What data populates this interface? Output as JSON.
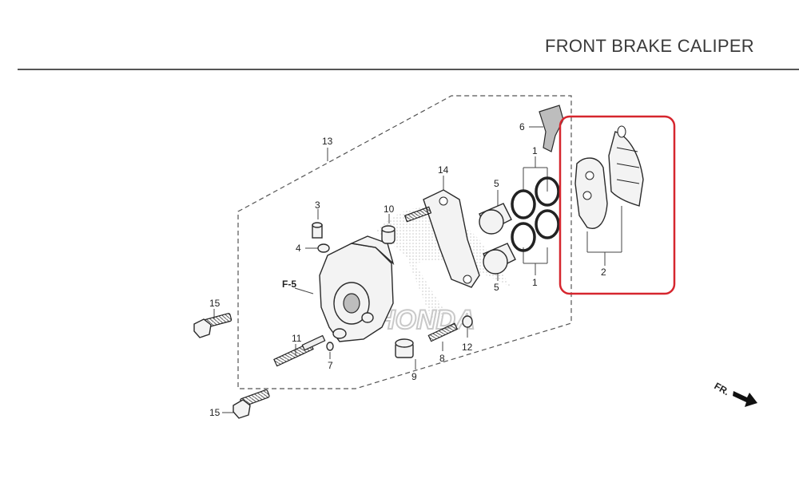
{
  "header": {
    "title": "FRONT BRAKE CALIPER"
  },
  "callouts": {
    "c1a": "1",
    "c1b": "1",
    "c2": "2",
    "c3": "3",
    "c4": "4",
    "c5a": "5",
    "c5b": "5",
    "c6": "6",
    "c7": "7",
    "c8": "8",
    "c9": "9",
    "c10": "10",
    "c11": "11",
    "c12": "12",
    "c13": "13",
    "c14": "14",
    "c15a": "15",
    "c15b": "15"
  },
  "reference": {
    "f5": "F-5"
  },
  "direction": {
    "label": "FR."
  },
  "watermark": {
    "text": "HONDA"
  },
  "highlight": {
    "color": "#d6262e"
  }
}
